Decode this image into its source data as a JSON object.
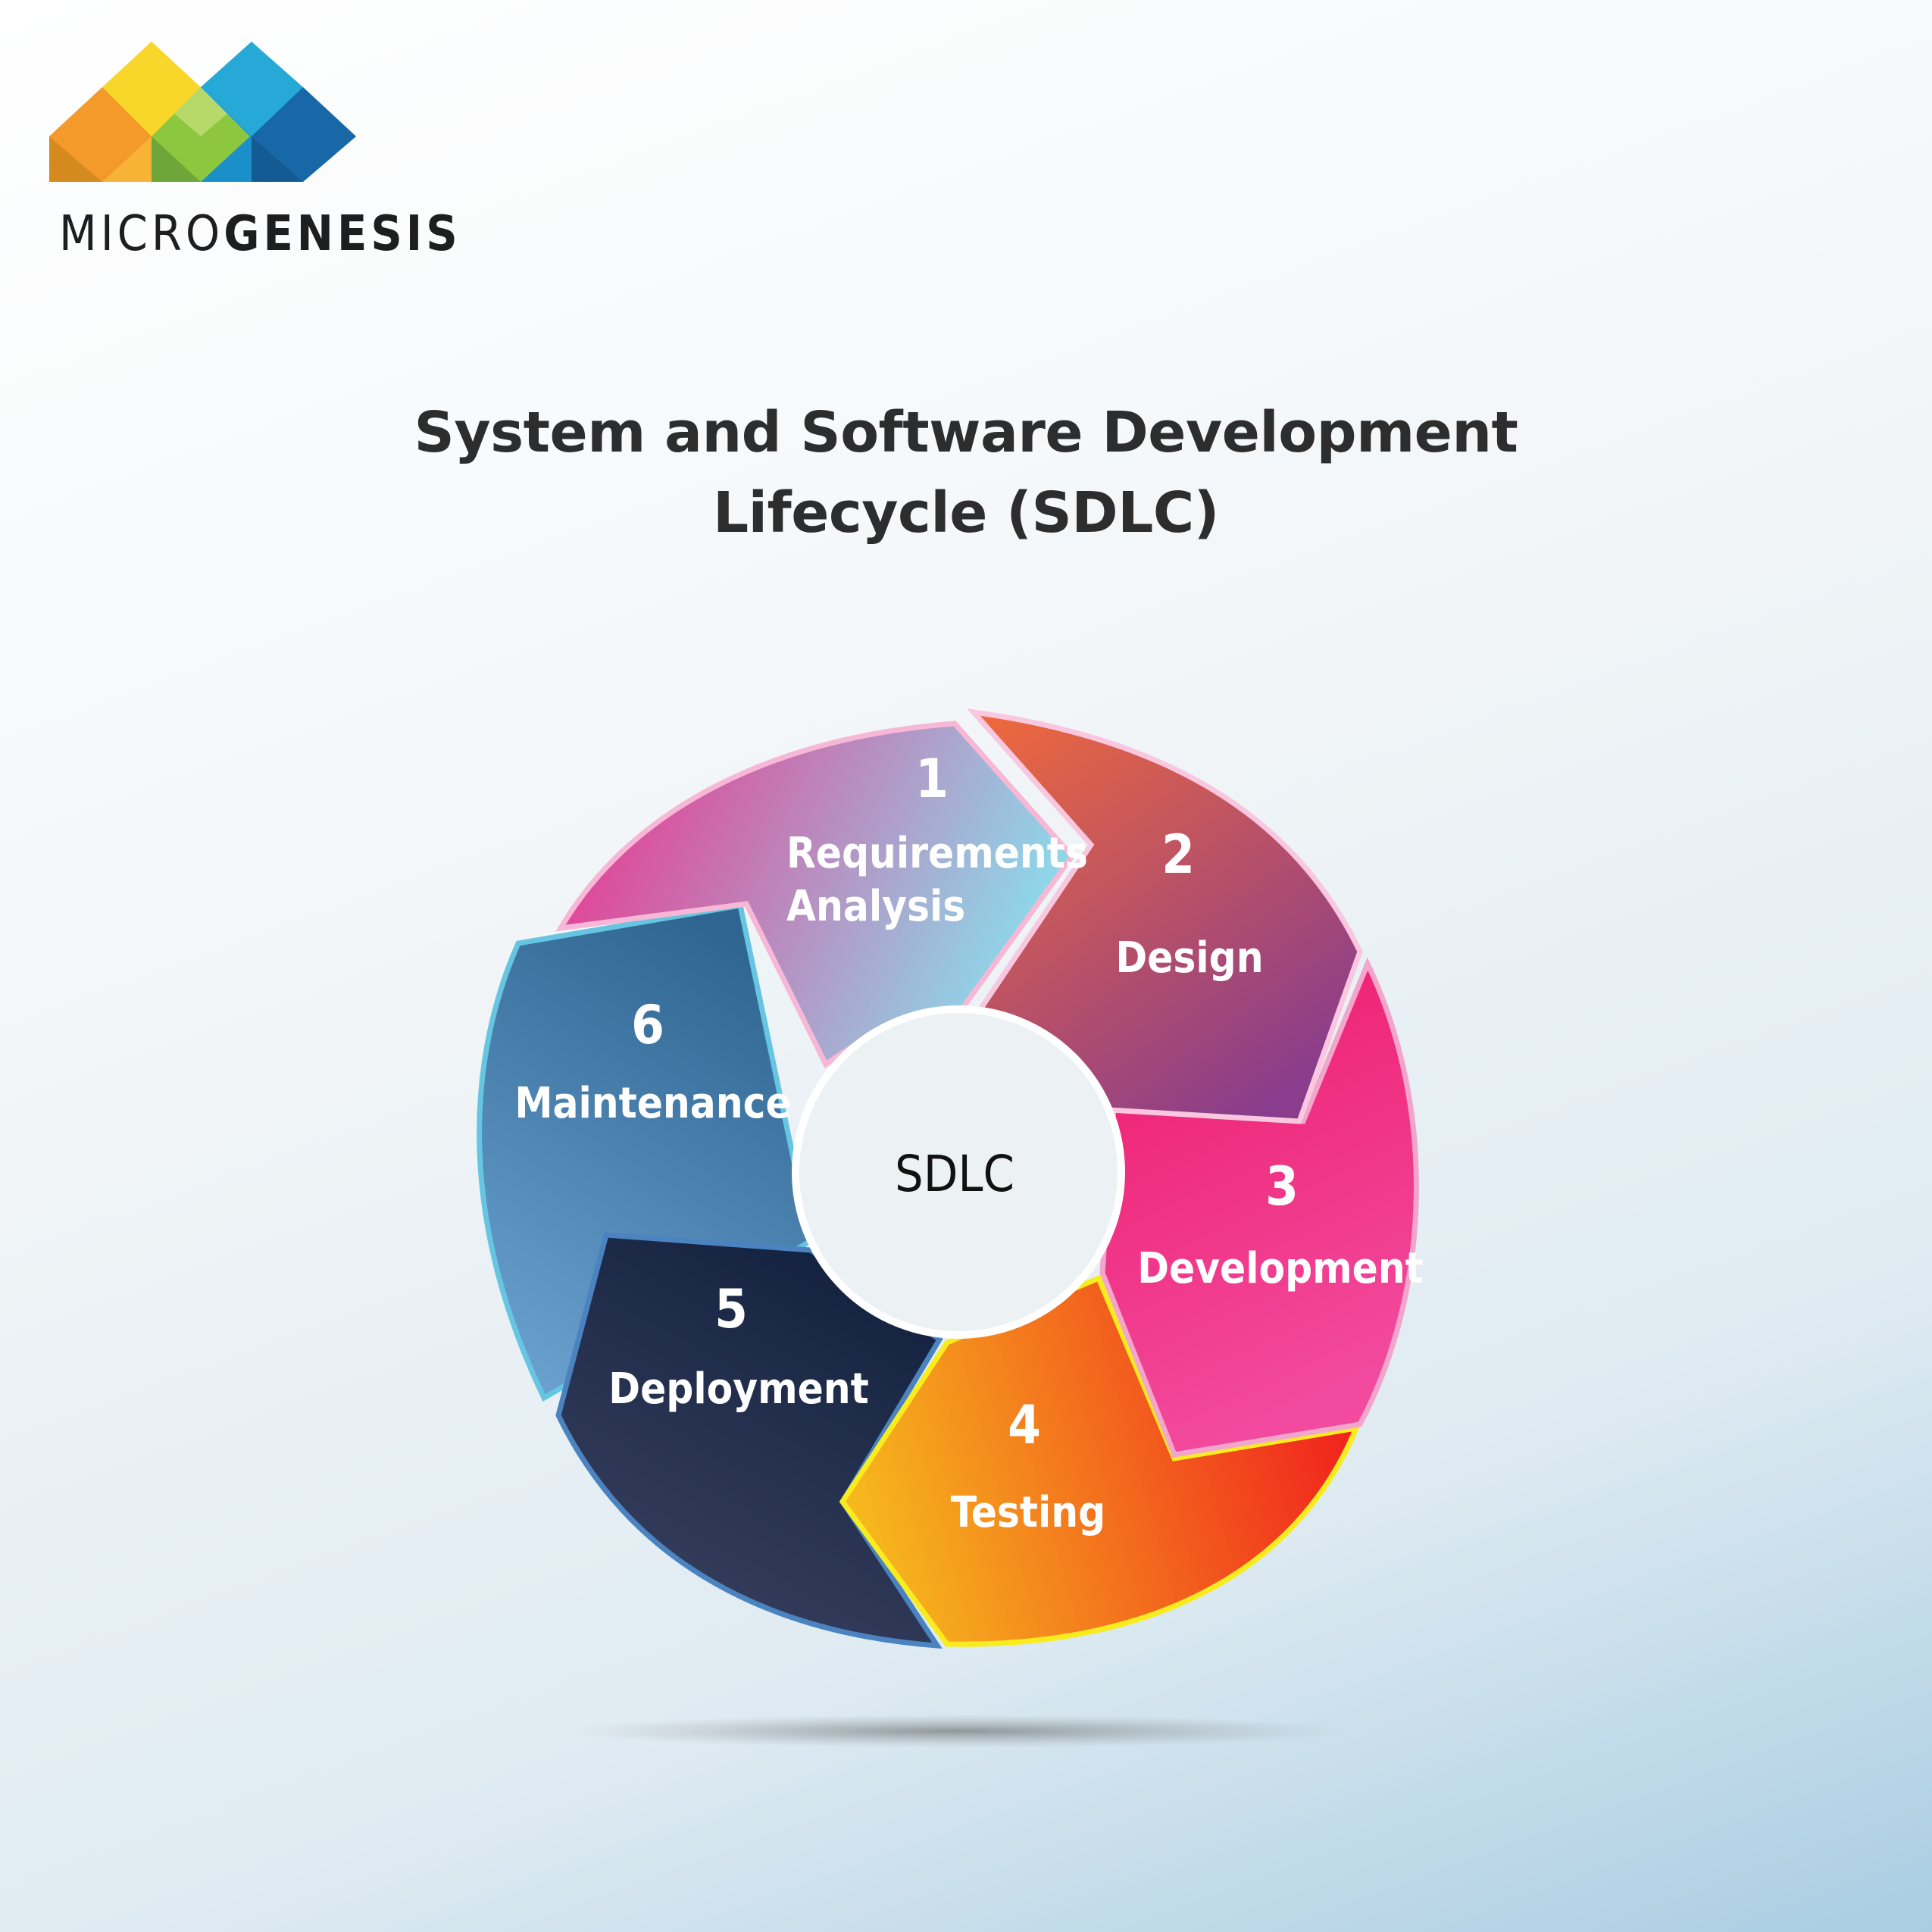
{
  "brand": {
    "light": "MICRO",
    "bold": "GENESIS"
  },
  "title": {
    "line1": "System and Software Development",
    "line2": "Lifecycle (SDLC)"
  },
  "center_label": "SDLC",
  "steps": [
    {
      "num": "1",
      "line1": "Requirements",
      "line2": "Analysis"
    },
    {
      "num": "2",
      "line1": "Design",
      "line2": ""
    },
    {
      "num": "3",
      "line1": "Development",
      "line2": ""
    },
    {
      "num": "4",
      "line1": "Testing",
      "line2": ""
    },
    {
      "num": "5",
      "line1": "Deployment",
      "line2": ""
    },
    {
      "num": "6",
      "line1": "Maintenance",
      "line2": ""
    }
  ],
  "colors": {
    "step1": [
      "#ef2d8a",
      "#8fd6e8"
    ],
    "step2": [
      "#f0693a",
      "#8a3d8c"
    ],
    "step3": [
      "#ee1a6a",
      "#f24a9e"
    ],
    "step4": [
      "#f6b81d",
      "#f01d1d"
    ],
    "step5": [
      "#12213f",
      "#3a4260"
    ],
    "step6": [
      "#2f6591",
      "#6aa1cf"
    ]
  }
}
